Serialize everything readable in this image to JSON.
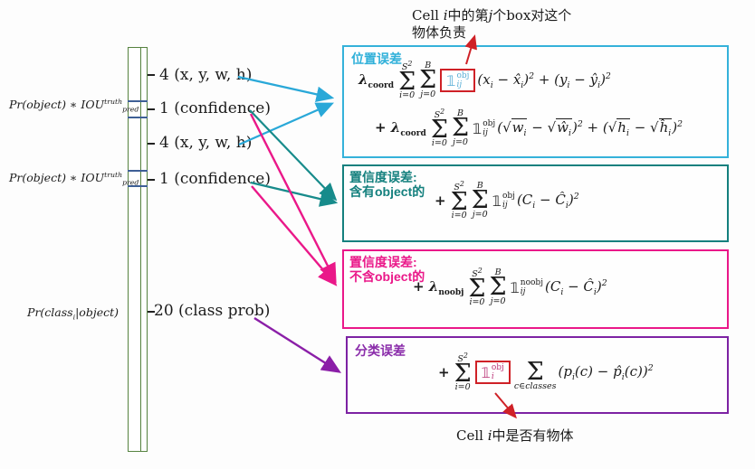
{
  "colors": {
    "location_box": "#35b2da",
    "confidence_obj_box": "#14807e",
    "confidence_noobj_box": "#ea1889",
    "class_box": "#7d22a3",
    "highlight_red": "#cf2127",
    "bar_green": "#55823f",
    "bar_divider_blue": "#3e5f96",
    "indicator_blue": "#58aed6",
    "indicator_pink": "#bb3377"
  },
  "glyphs": {
    "sigma": "Σ",
    "one": "𝟙"
  },
  "sums": {
    "s2": "S^2",
    "i0": "i=0",
    "b": "B",
    "j0": "j=0",
    "classes": "c∈classes",
    "none": ""
  },
  "ind": {
    "obj": "obj",
    "noobj": "noobj",
    "ij": "ij",
    "i": "i"
  },
  "annotations": {
    "top_line1": "Cell *i*中的第*j*个box对这个",
    "top_line2": "物体负责",
    "bottom": "Cell *i*中是否有物体"
  },
  "tensor_bar": {
    "segment_labels": [
      "4 (x, y, w, h)",
      "1 (confidence)",
      "4 (x, y, w, h)",
      "1 (confidence)",
      "20 (class prob)"
    ],
    "left_labels": {
      "iou1": "Pr(object) ∗ IOU^{truth}_{pred}",
      "iou2": "Pr(object) ∗ IOU^{truth}_{pred}",
      "classprob": "Pr(class_i|object)"
    }
  },
  "boxes": {
    "loc": {
      "title": "位置误差",
      "l1_prefix": "λ_{coord}",
      "l1_body": "(x_i − x̂_i)^2 + (y_i − ŷ_i)^2",
      "l2_prefix": "+ λ_{coord}",
      "l2_body": "(√(w_i) − √(ŵ_i))^2 + (√(h_i) − √(ĥ_i))^2"
    },
    "conf_obj": {
      "title_line1": "置信度误差:",
      "title_line2": "含有object的",
      "prefix": "+",
      "body": "(C_i − Ĉ_i)^2"
    },
    "conf_noobj": {
      "title_line1": "置信度误差:",
      "title_line2": "不含object的",
      "prefix": "+ λ_{noobj}",
      "body": "(C_i − Ĉ_i)^2"
    },
    "cls": {
      "title": "分类误差",
      "prefix": "+",
      "body": "(p_i(c) − p̂_i(c))^2"
    }
  }
}
